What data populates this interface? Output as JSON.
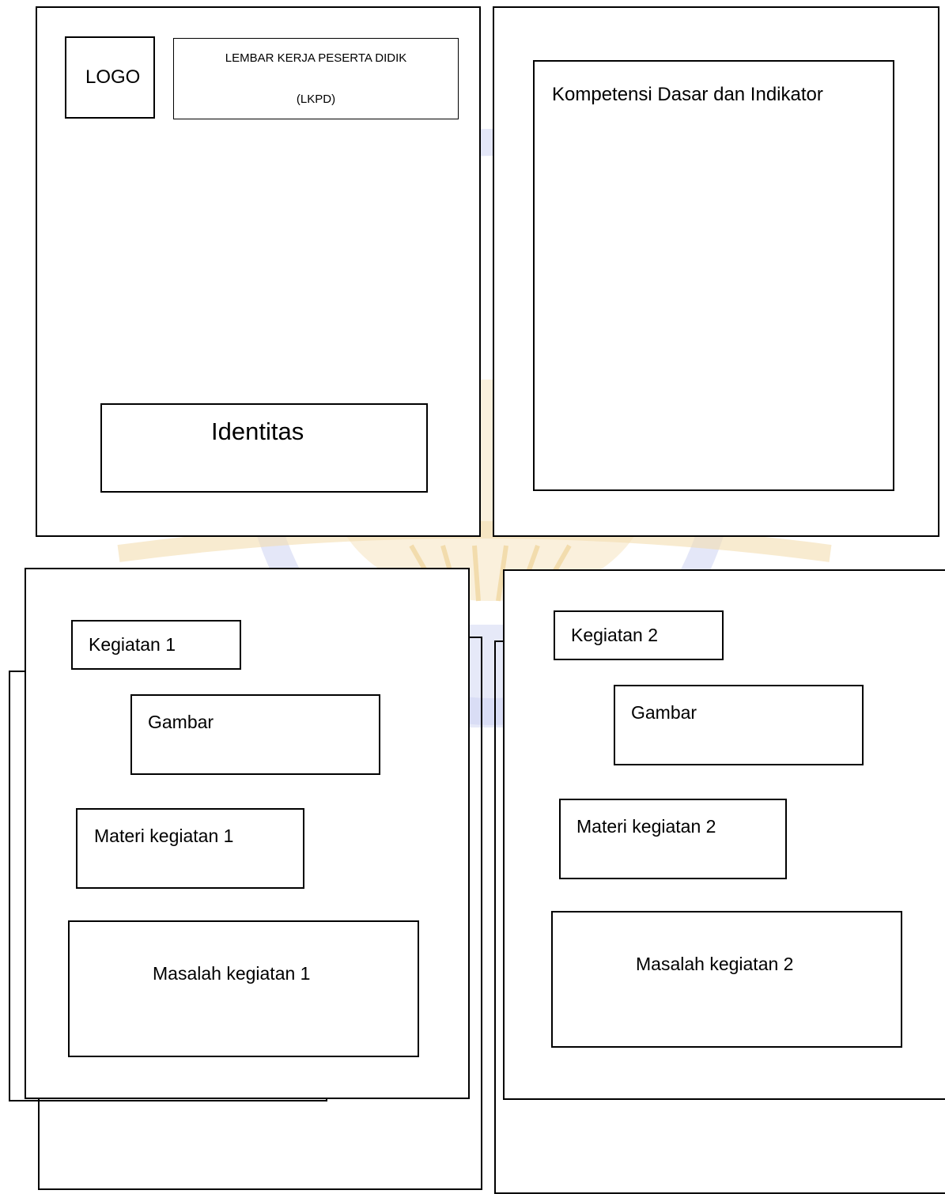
{
  "page1": {
    "logo": "LOGO",
    "title_line1": "LEMBAR KERJA PESERTA DIDIK",
    "title_line2": "(LKPD)",
    "identitas": "Identitas"
  },
  "page2": {
    "kompetensi": "Kompetensi Dasar dan Indikator"
  },
  "page3": {
    "kegiatan": "Kegiatan 1",
    "gambar": "Gambar",
    "materi": "Materi kegiatan 1",
    "masalah": "Masalah kegiatan 1"
  },
  "page4": {
    "kegiatan": "Kegiatan 2",
    "gambar": "Gambar",
    "materi": "Materi kegiatan 2",
    "masalah": "Masalah kegiatan 2"
  },
  "colors": {
    "watermark_gold": "#f3ddb0",
    "watermark_blue": "#cdd4f2"
  }
}
